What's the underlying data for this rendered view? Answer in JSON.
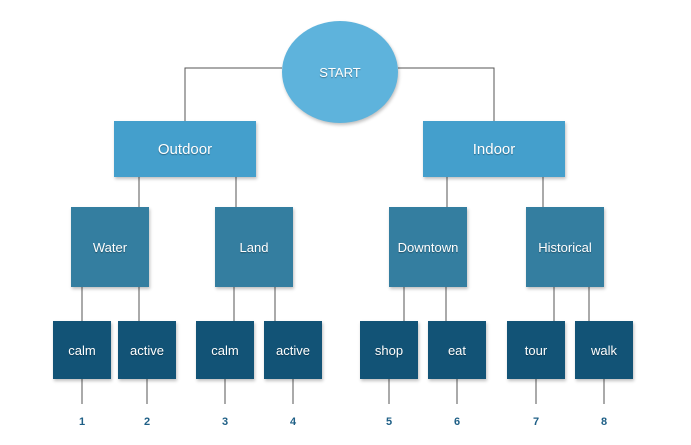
{
  "start": {
    "label": "START"
  },
  "categories": [
    {
      "label": "Outdoor",
      "groups": [
        {
          "label": "Water",
          "options": [
            {
              "label": "calm",
              "number": "1"
            },
            {
              "label": "active",
              "number": "2"
            }
          ]
        },
        {
          "label": "Land",
          "options": [
            {
              "label": "calm",
              "number": "3"
            },
            {
              "label": "active",
              "number": "4"
            }
          ]
        }
      ]
    },
    {
      "label": "Indoor",
      "groups": [
        {
          "label": "Downtown",
          "options": [
            {
              "label": "shop",
              "number": "5"
            },
            {
              "label": "eat",
              "number": "6"
            }
          ]
        },
        {
          "label": "Historical",
          "options": [
            {
              "label": "tour",
              "number": "7"
            },
            {
              "label": "walk",
              "number": "8"
            }
          ]
        }
      ]
    }
  ],
  "colors": {
    "start": "#5eb3dc",
    "category": "#449fcc",
    "group": "#347ea0",
    "option": "#125376",
    "number": "#1e5f86",
    "connector": "#555555"
  }
}
